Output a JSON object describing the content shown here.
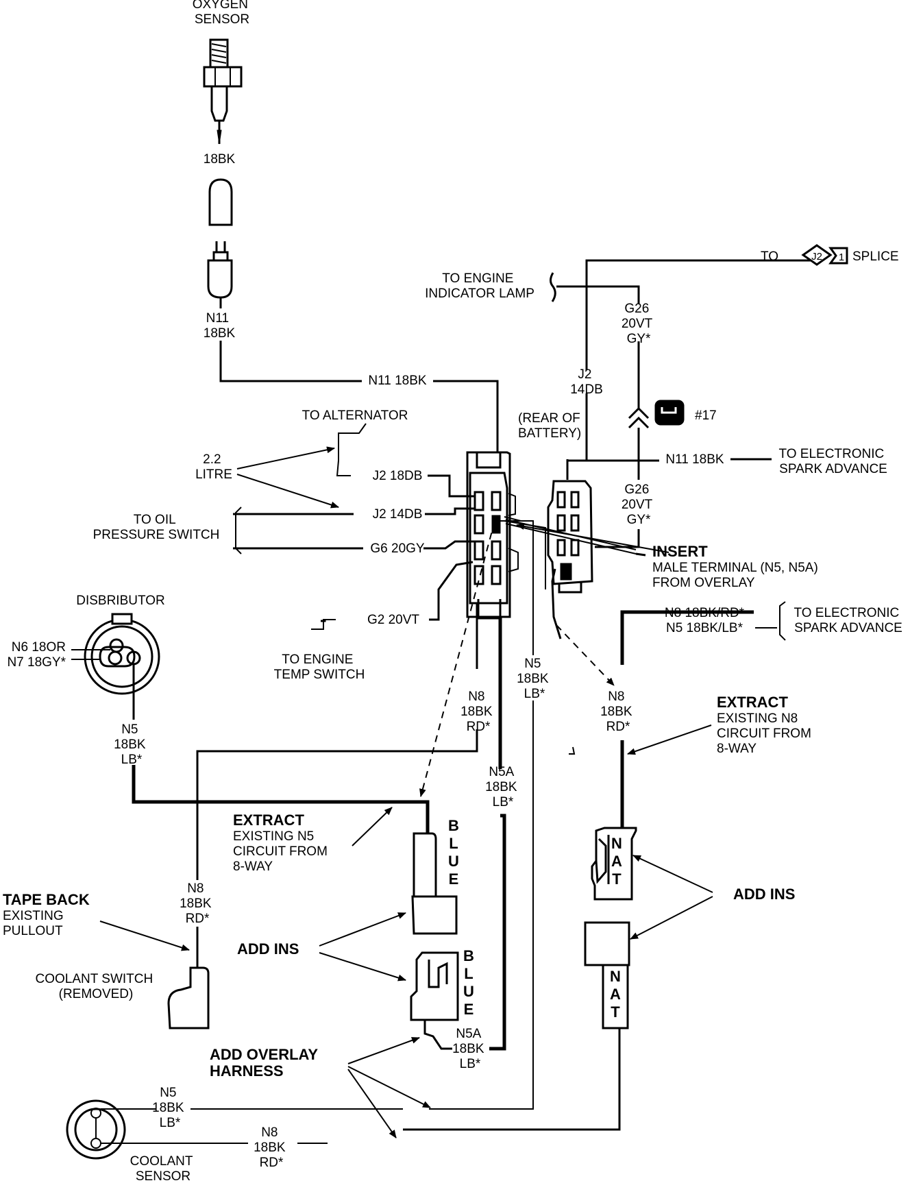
{
  "labels": {
    "oxygen_sensor": [
      "OXYGEN",
      "SENSOR"
    ],
    "o2_wire": "18BK",
    "n11_vertical": [
      "N11",
      "18BK"
    ],
    "n11_horizontal": "N11 18BK",
    "to_engine_indicator": [
      "TO ENGINE",
      "INDICATOR LAMP"
    ],
    "to_j2": "TO",
    "splice_code": "J2",
    "splice_num": "1",
    "splice": "SPLICE",
    "g26_top": [
      "G26",
      "20VT",
      "GY*"
    ],
    "j2_14db_vertical": [
      "J2",
      "14DB"
    ],
    "rear_of_battery": [
      "(REAR OF",
      "BATTERY)"
    ],
    "ground_number": "#17",
    "to_alternator": "TO ALTERNATOR",
    "litre": [
      "2.2",
      "LITRE"
    ],
    "j2_18db": "J2 18DB",
    "j2_14db": "J2 14DB",
    "to_oil": [
      "TO OIL",
      "PRESSURE SWITCH"
    ],
    "g6": "G6 20GY",
    "n11_right": "N11 18BK",
    "to_esa_top": [
      "TO ELECTRONIC",
      "SPARK ADVANCE"
    ],
    "g26_bottom": [
      "G26",
      "20VT",
      "GY*"
    ],
    "insert": "INSERT",
    "insert_desc": [
      "MALE TERMINAL (N5, N5A)",
      "FROM OVERLAY"
    ],
    "distributor": "DISBRIBUTOR",
    "n6": "N6 18OR",
    "n7": "N7 18GY*",
    "g2": "G2 20VT",
    "to_temp": [
      "TO ENGINE",
      "TEMP SWITCH"
    ],
    "n8_rd_right": "N8 18BK/RD*",
    "n5_lb_right": "N5 18BK/LB*",
    "to_esa_bottom": [
      "TO ELECTRONIC",
      "SPARK ADVANCE"
    ],
    "n5_mid": [
      "N5",
      "18BK",
      "LB*"
    ],
    "n8_center": [
      "N8",
      "18BK",
      "RD*"
    ],
    "n8_right": [
      "N8",
      "18BK",
      "RD*"
    ],
    "extract_right": "EXTRACT",
    "extract_right_desc": [
      "EXISTING N8",
      "CIRCUIT FROM",
      "8-WAY"
    ],
    "n5_dist": [
      "N5",
      "18BK",
      "LB*"
    ],
    "n5a_mid": [
      "N5A",
      "18BK",
      "LB*"
    ],
    "extract_left": "EXTRACT",
    "extract_left_desc": [
      "EXISTING N5",
      "CIRCUIT FROM",
      "8-WAY"
    ],
    "blue_top": "BLUE",
    "nat_top": "NAT",
    "add_ins_right": "ADD INS",
    "n8_left": [
      "N8",
      "18BK",
      "RD*"
    ],
    "tape_back": "TAPE BACK",
    "tape_back_desc": [
      "EXISTING",
      "PULLOUT"
    ],
    "add_ins_left": "ADD INS",
    "coolant_switch": [
      "COOLANT SWITCH",
      "(REMOVED)"
    ],
    "blue_bottom": "BLUE",
    "nat_bottom": "NAT",
    "n5a_bottom": [
      "N5A",
      "18BK",
      "LB*"
    ],
    "add_overlay": [
      "ADD OVERLAY",
      "HARNESS"
    ],
    "n5_bottom": [
      "N5",
      "18BK",
      "LB*"
    ],
    "n8_bottom": [
      "N8",
      "18BK",
      "RD*"
    ],
    "coolant_sensor": [
      "COOLANT",
      "SENSOR"
    ]
  }
}
